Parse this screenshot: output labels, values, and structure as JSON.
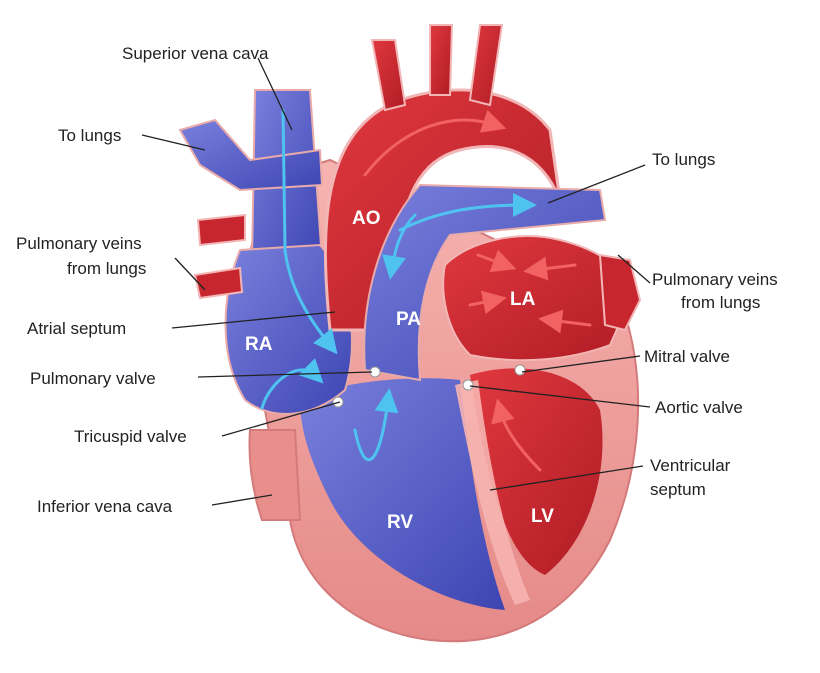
{
  "labels": {
    "superior_vena_cava": "Superior vena cava",
    "to_lungs_left": "To lungs",
    "pulmonary_veins_left_1": "Pulmonary veins",
    "pulmonary_veins_left_2": "from lungs",
    "atrial_septum": "Atrial septum",
    "pulmonary_valve": "Pulmonary valve",
    "tricuspid_valve": "Tricuspid valve",
    "inferior_vena_cava": "Inferior vena cava",
    "to_lungs_right": "To lungs",
    "pulmonary_veins_right_1": "Pulmonary veins",
    "pulmonary_veins_right_2": "from lungs",
    "mitral_valve": "Mitral valve",
    "aortic_valve": "Aortic valve",
    "ventricular_septum_1": "Ventricular",
    "ventricular_septum_2": "septum"
  },
  "chambers": {
    "ao": "AO",
    "pa": "PA",
    "la": "LA",
    "ra": "RA",
    "rv": "RV",
    "lv": "LV"
  },
  "colors": {
    "deoxygenated_blood": "#5a62c8",
    "oxygenated_blood": "#c8262e",
    "muscle_tissue": "#f2a3a3",
    "flow_arrow_blue": "#4fc3f0",
    "flow_arrow_red": "#f26262"
  }
}
